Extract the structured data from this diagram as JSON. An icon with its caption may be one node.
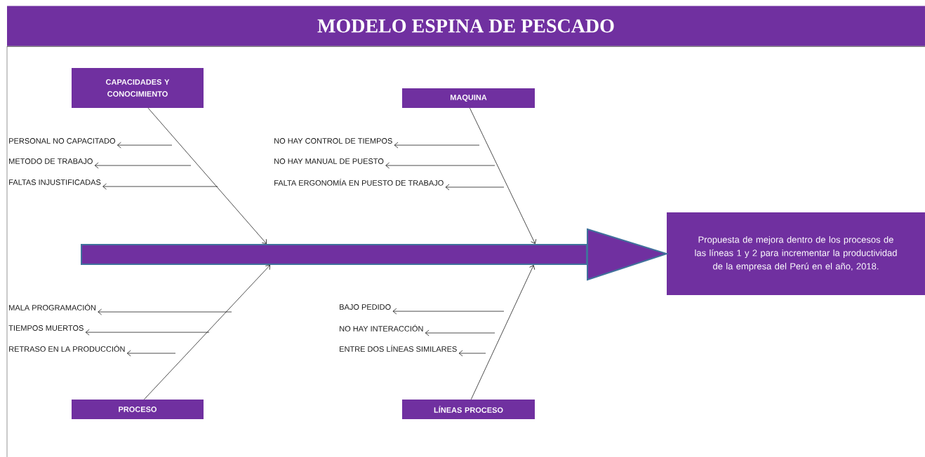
{
  "diagram": {
    "title": "MODELO ESPINA DE PESCADO",
    "nodes": [
      {
        "text": [
          "CAPACIDADES Y CONOCIMIENTO"
        ]
      },
      {
        "text": [
          "MAQUINA"
        ]
      },
      {
        "text": [
          "PERSONAL NO CAPACITADO"
        ]
      },
      {
        "text": [
          "METODO DE TRABAJO"
        ]
      },
      {
        "text": [
          "FALTAS INJUSTIFICADAS"
        ]
      },
      {
        "text": [
          "NO HAY CONTROL DE TIEMPOS"
        ]
      },
      {
        "text": [
          "NO HAY MANUAL DE PUESTO"
        ]
      },
      {
        "text": [
          "FALTA ERGONOMÍA EN PUESTO DE TRABAJO"
        ]
      },
      {
        "text": [],
        "shape": "bar"
      },
      {
        "text": [
          "Propuesta de mejora dentro de los procesos de las líneas 1 y 2 para incrementar la productividad de la empresa del Perú en el año, 2018."
        ]
      },
      {
        "text": [
          "MALA PROGRAMACIÓN"
        ]
      },
      {
        "text": [
          "TIEMPOS MUERTOS"
        ]
      },
      {
        "text": [
          "RETRASO EN LA PRODUCCIÓN"
        ]
      },
      {
        "text": [
          "BAJO PEDIDO"
        ]
      },
      {
        "text": [
          "NO HAY INTERACCIÓN"
        ]
      },
      {
        "text": [
          "ENTRE DOS LÍNEAS SIMILARES"
        ]
      },
      {
        "text": [
          "PROCESO"
        ]
      },
      {
        "text": [
          "LÍNEAS PROCESO"
        ]
      }
    ],
    "edges": [
      {
        "from": 0,
        "to": 8,
        "arrow": "to"
      },
      {
        "from": 1,
        "to": 8,
        "arrow": "to"
      },
      {
        "from": 16,
        "to": 8,
        "arrow": "to"
      },
      {
        "from": 17,
        "to": 8,
        "arrow": "to"
      },
      {
        "from": 8,
        "to": 9,
        "arrow": "to",
        "style": "thick"
      },
      {
        "from": null,
        "to": 2,
        "arrow": "to"
      },
      {
        "from": null,
        "to": 3,
        "arrow": "to"
      },
      {
        "from": null,
        "to": 4,
        "arrow": "to"
      },
      {
        "from": null,
        "to": 5,
        "arrow": "to"
      },
      {
        "from": null,
        "to": 6,
        "arrow": "to"
      },
      {
        "from": null,
        "to": 7,
        "arrow": "to"
      },
      {
        "from": null,
        "to": 10,
        "arrow": "to"
      },
      {
        "from": null,
        "to": 11,
        "arrow": "to"
      },
      {
        "from": null,
        "to": 12,
        "arrow": "to"
      },
      {
        "from": null,
        "to": 13,
        "arrow": "to"
      },
      {
        "from": null,
        "to": 14,
        "arrow": "to"
      },
      {
        "from": null,
        "to": 15,
        "arrow": "to"
      }
    ]
  }
}
